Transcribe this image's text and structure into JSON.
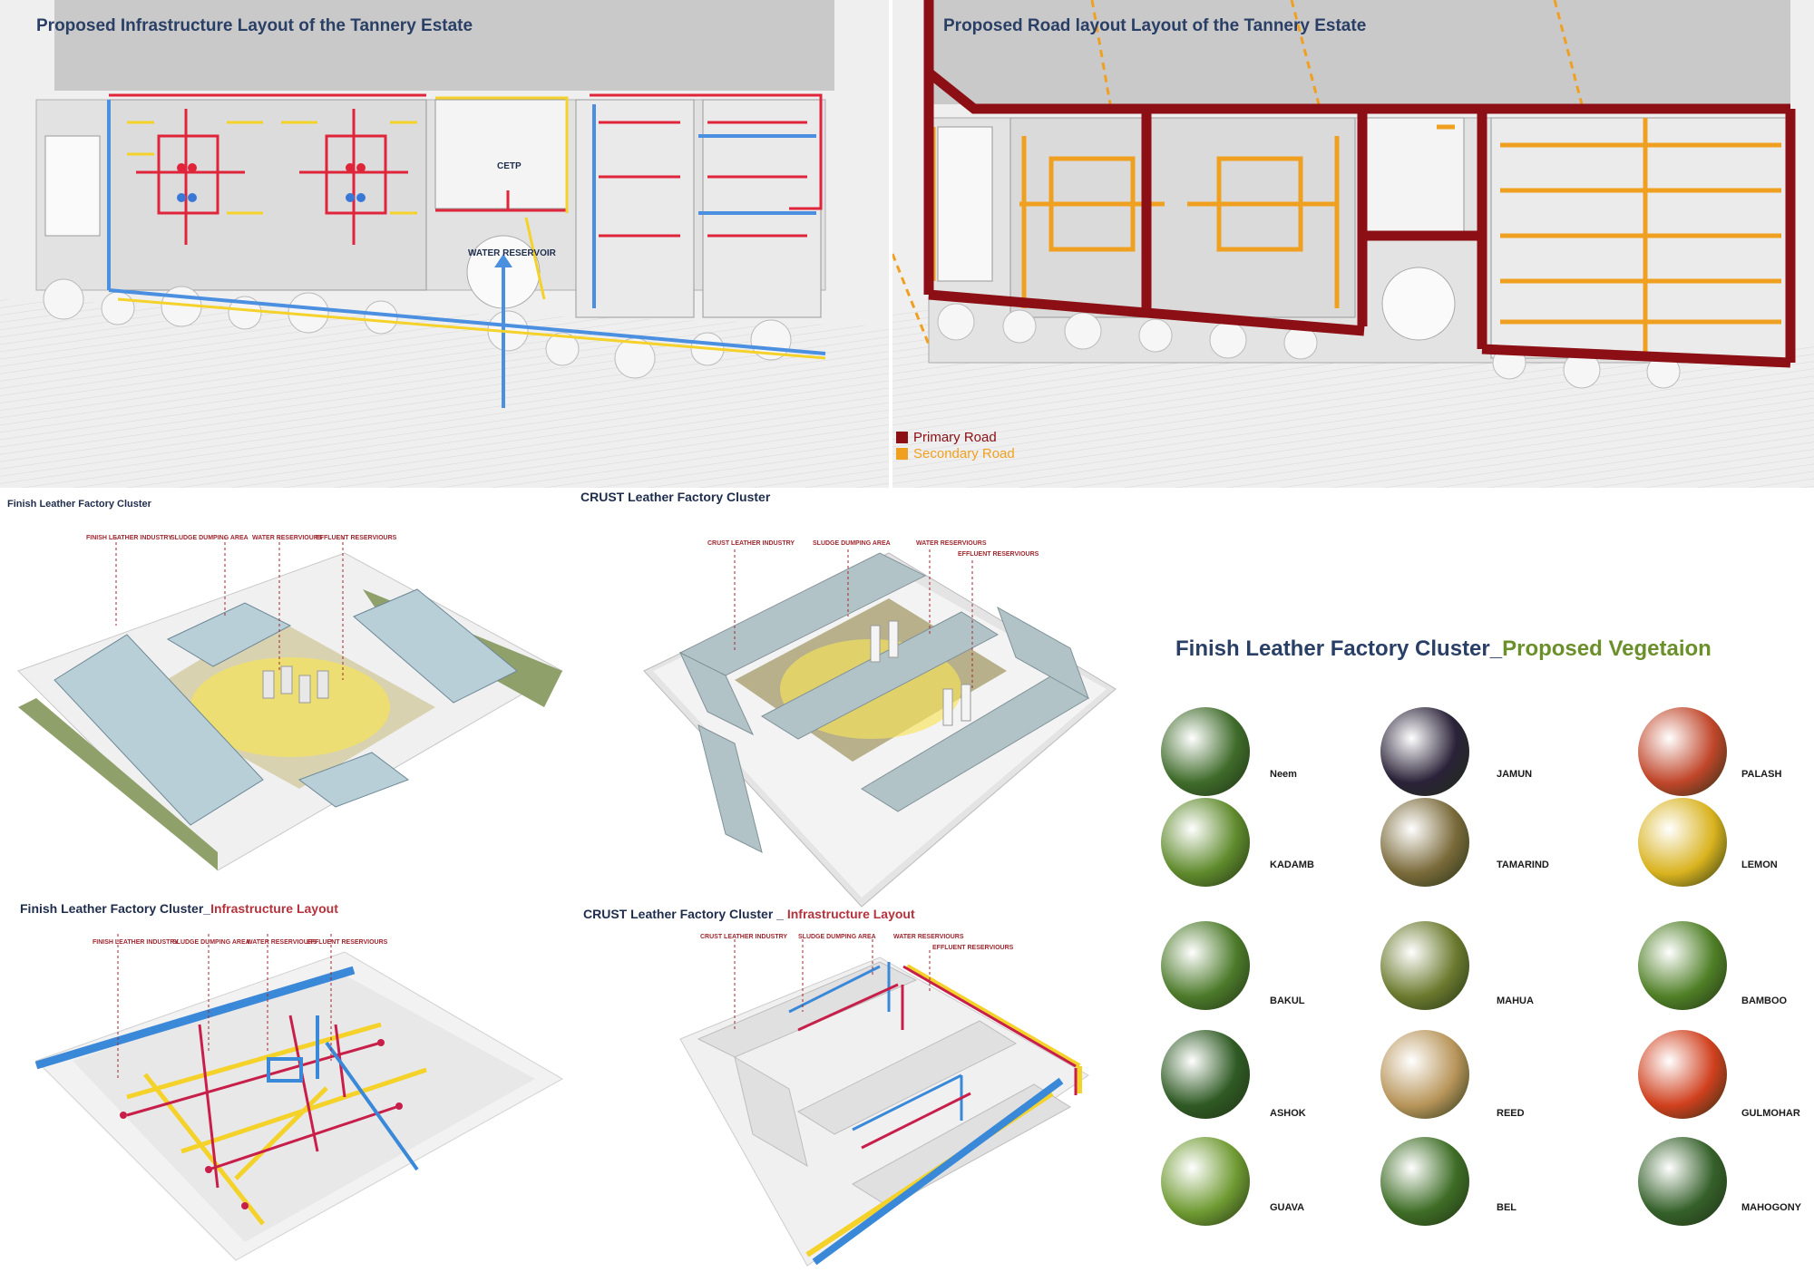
{
  "infra_plan": {
    "title": "Proposed Infrastructure Layout of the Tannery Estate",
    "labels": {
      "cetp": "CETP",
      "reservoir": "WATER RESERVOIR"
    }
  },
  "road_plan": {
    "title": "Proposed Road layout Layout of the Tannery Estate",
    "legend": [
      {
        "label": "Primary Road",
        "color": "#8b0f14"
      },
      {
        "label": "Secondary Road",
        "color": "#f0a020"
      }
    ]
  },
  "finish_cluster": {
    "title": "Finish Leather Factory Cluster",
    "callouts": [
      "FINISH LEATHER INDUSTRY",
      "SLUDGE DUMPING AREA",
      "WATER RESERVIOURS",
      "EFFLUENT RESERVIOURS"
    ]
  },
  "crust_cluster": {
    "title": "CRUST Leather Factory Cluster",
    "callouts": [
      "CRUST LEATHER INDUSTRY",
      "SLUDGE DUMPING AREA",
      "WATER RESERVIOURS",
      "EFFLUENT RESERVIOURS"
    ]
  },
  "finish_infra": {
    "title_main": "Finish Leather Factory Cluster_",
    "title_highlight": "Infrastructure Layout",
    "callouts": [
      "FINISH LEATHER INDUSTRY",
      "SLUDGE DUMPING AREA",
      "WATER RESERVIOURS",
      "EFFLUENT RESERVIOURS"
    ]
  },
  "crust_infra": {
    "title_main": "CRUST Leather Factory Cluster _",
    "title_highlight": "Infrastructure Layout",
    "callouts": [
      "CRUST LEATHER INDUSTRY",
      "SLUDGE DUMPING AREA",
      "WATER RESERVIOURS",
      "EFFLUENT RESERVIOURS"
    ]
  },
  "vegetation": {
    "title_main": "Finish Leather Factory Cluster_",
    "title_highlight": "Proposed Vegetaion",
    "trees": [
      {
        "label": "Neem",
        "color": "#3f6b2a"
      },
      {
        "label": "JAMUN",
        "color": "#2a2238"
      },
      {
        "label": "PALASH",
        "color": "#c0462a"
      },
      {
        "label": "KADAMB",
        "color": "#5f8a2c"
      },
      {
        "label": "TAMARIND",
        "color": "#7a6a3a"
      },
      {
        "label": "LEMON",
        "color": "#d9b31f"
      },
      {
        "label": "BAKUL",
        "color": "#4c7a2a"
      },
      {
        "label": "MAHUA",
        "color": "#6b7a2e"
      },
      {
        "label": "BAMBOO",
        "color": "#4f7f26"
      },
      {
        "label": "ASHOK",
        "color": "#2f5a24"
      },
      {
        "label": "REED",
        "color": "#b8955a"
      },
      {
        "label": "GULMOHAR",
        "color": "#d0401e"
      },
      {
        "label": "GUAVA",
        "color": "#6f9a32"
      },
      {
        "label": "BEL",
        "color": "#3e6d26"
      },
      {
        "label": "MAHOGONY",
        "color": "#35602a"
      }
    ]
  }
}
